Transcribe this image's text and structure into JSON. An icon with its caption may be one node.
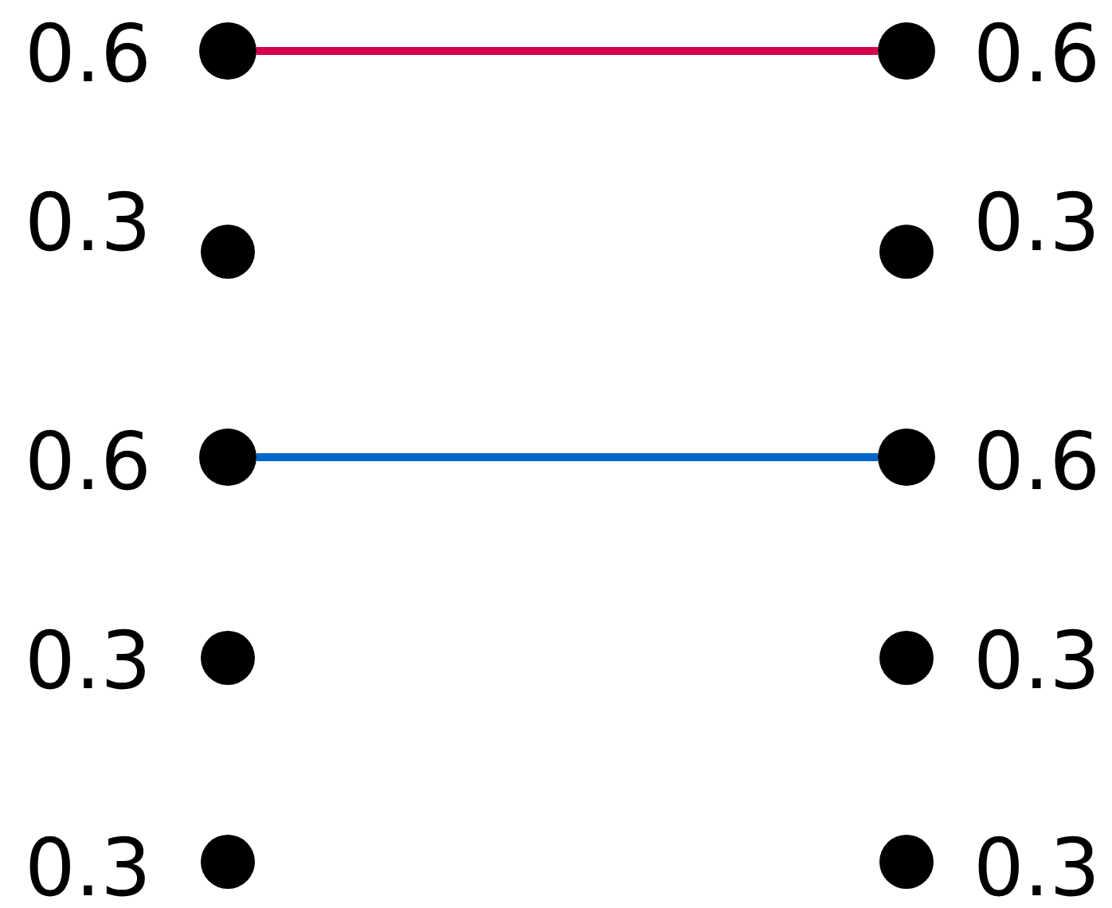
{
  "diagram": {
    "nodes": [
      {
        "text": [],
        "shape": "circle",
        "beside": [
          "0.6"
        ]
      },
      {
        "text": [],
        "shape": "circle",
        "beside": [
          "0.6"
        ]
      },
      {
        "text": [],
        "shape": "circle",
        "beside": [
          "0.3"
        ]
      },
      {
        "text": [],
        "shape": "circle",
        "beside": [
          "0.3"
        ]
      },
      {
        "text": [],
        "shape": "circle",
        "beside": [
          "0.6"
        ]
      },
      {
        "text": [],
        "shape": "circle",
        "beside": [
          "0.6"
        ]
      },
      {
        "text": [],
        "shape": "circle",
        "beside": [
          "0.3"
        ]
      },
      {
        "text": [],
        "shape": "circle",
        "beside": [
          "0.3"
        ]
      },
      {
        "text": [],
        "shape": "circle",
        "beside": [
          "0.3"
        ]
      },
      {
        "text": [],
        "shape": "circle",
        "beside": [
          "0.3"
        ]
      }
    ],
    "edges": [
      {
        "from": 0,
        "to": 1,
        "arrow": "none",
        "color": "#d6004f"
      },
      {
        "from": 4,
        "to": 5,
        "arrow": "none",
        "color": "#0066c8"
      }
    ]
  }
}
